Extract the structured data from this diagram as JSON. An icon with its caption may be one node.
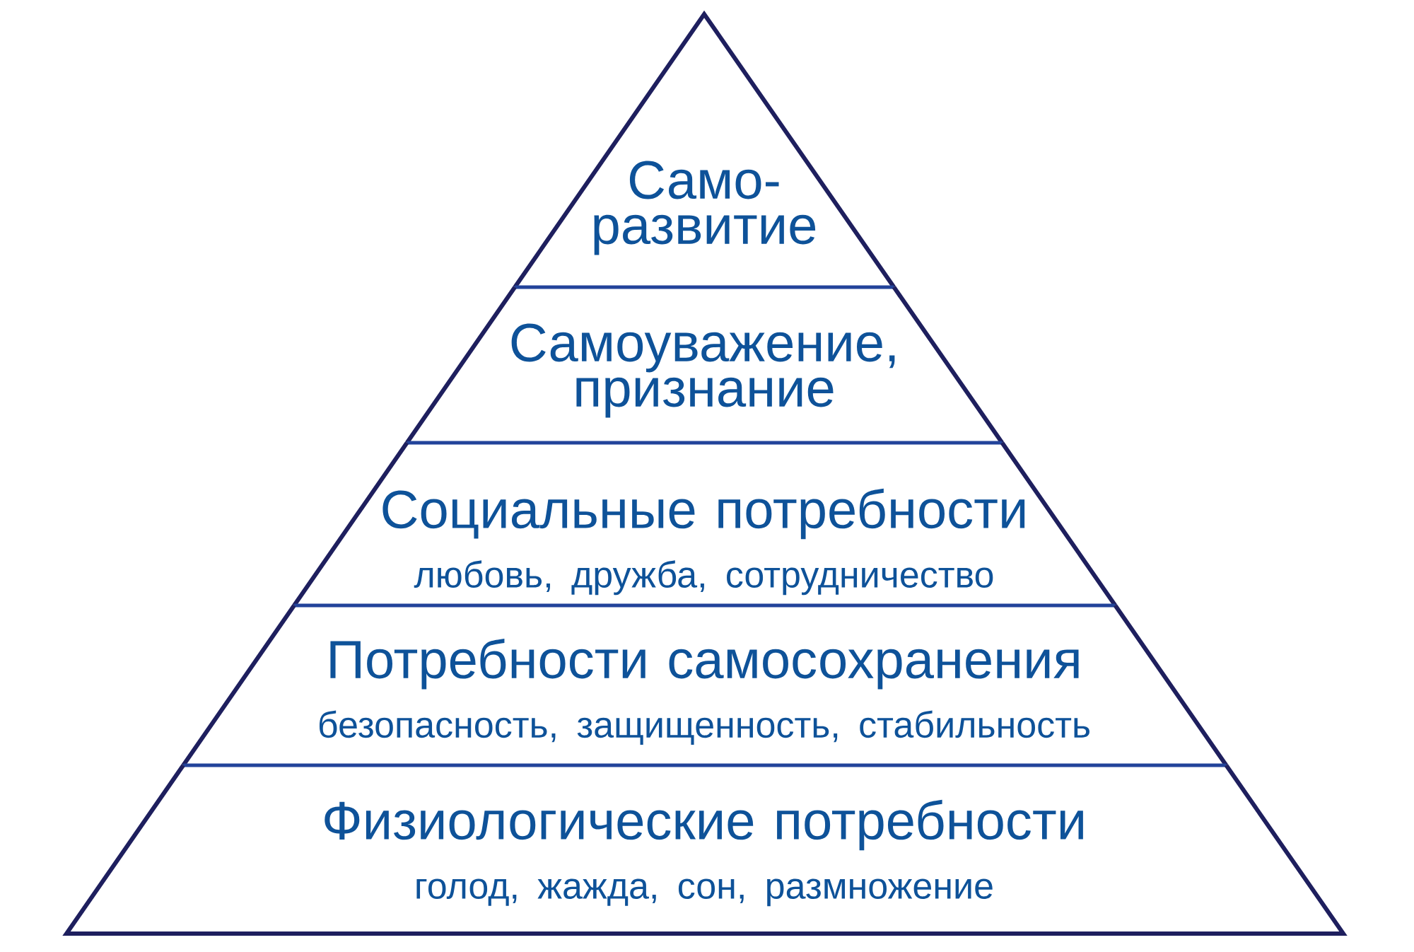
{
  "diagram": {
    "nodes": [
      {
        "text": [
          "Само- развитие"
        ]
      },
      {
        "text": [
          "Самоуважение, признание"
        ]
      },
      {
        "text": [
          "Социальные потребности",
          "любовь, дружба, сотрудничество"
        ]
      },
      {
        "text": [
          "Потребности самосохранения",
          "безопасность, защищенность, стабильность"
        ]
      },
      {
        "text": [
          "Физиологические потребности",
          "голод, жажда, сон, размножение"
        ]
      }
    ]
  }
}
